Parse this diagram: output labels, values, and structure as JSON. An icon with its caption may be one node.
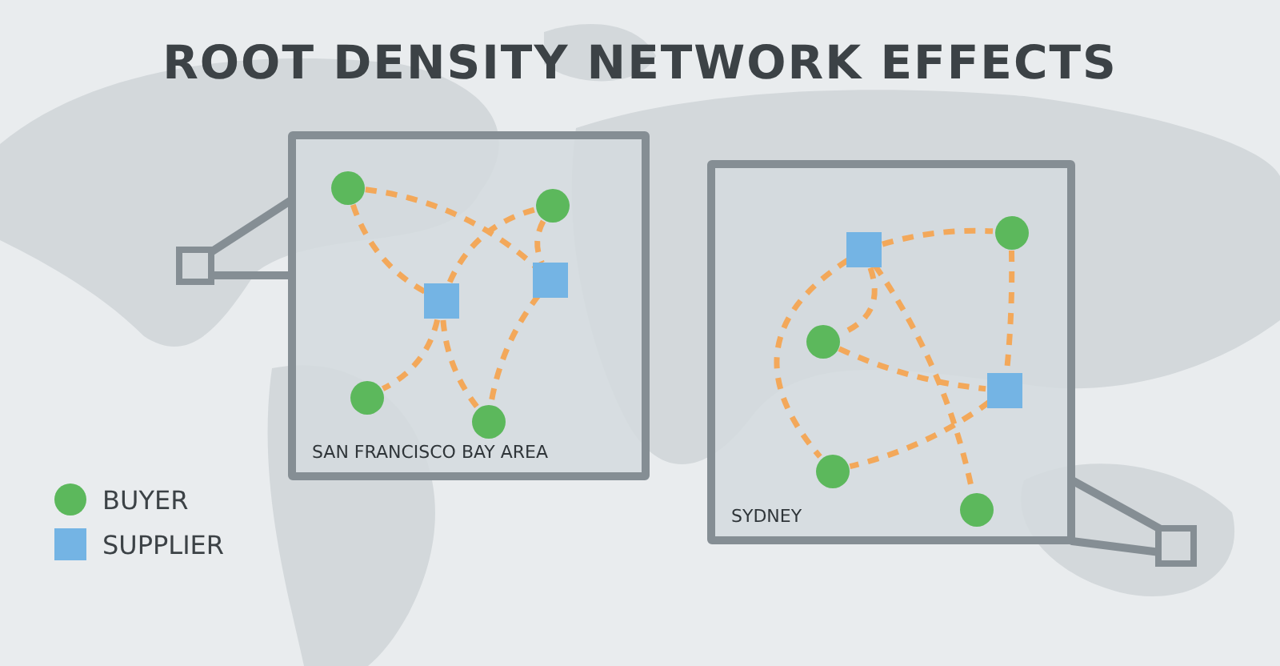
{
  "diagram": {
    "title": "ROOT DENSITY NETWORK EFFECTS",
    "nodes": [
      {
        "text": [
          "SAN FRANCISCO BAY AREA"
        ]
      },
      {
        "text": [],
        "shape": "circle",
        "in": 0
      },
      {
        "text": [],
        "shape": "circle",
        "in": 0
      },
      {
        "text": [],
        "shape": "box",
        "in": 0
      },
      {
        "text": [],
        "shape": "box",
        "in": 0
      },
      {
        "text": [],
        "shape": "circle",
        "in": 0
      },
      {
        "text": [],
        "shape": "circle",
        "in": 0
      },
      {
        "text": [
          "SYDNEY"
        ]
      },
      {
        "text": [],
        "shape": "box",
        "in": 7
      },
      {
        "text": [],
        "shape": "circle",
        "in": 7
      },
      {
        "text": [],
        "shape": "circle",
        "in": 7
      },
      {
        "text": [],
        "shape": "box",
        "in": 7
      },
      {
        "text": [],
        "shape": "circle",
        "in": 7
      },
      {
        "text": [],
        "shape": "circle",
        "in": 7
      }
    ],
    "edges": [
      {
        "from": 1,
        "to": 3,
        "arrow": "none",
        "style": "dashed"
      },
      {
        "from": 1,
        "to": 4,
        "arrow": "none",
        "style": "dashed"
      },
      {
        "from": 2,
        "to": 3,
        "arrow": "none",
        "style": "dashed"
      },
      {
        "from": 2,
        "to": 4,
        "arrow": "none",
        "style": "dashed"
      },
      {
        "from": 3,
        "to": 5,
        "arrow": "none",
        "style": "dashed"
      },
      {
        "from": 3,
        "to": 6,
        "arrow": "none",
        "style": "dashed"
      },
      {
        "from": 4,
        "to": 6,
        "arrow": "none",
        "style": "dashed"
      },
      {
        "from": 8,
        "to": 9,
        "arrow": "none",
        "style": "dashed"
      },
      {
        "from": 8,
        "to": 10,
        "arrow": "none",
        "style": "dashed"
      },
      {
        "from": 8,
        "to": 12,
        "arrow": "none",
        "style": "dashed"
      },
      {
        "from": 8,
        "to": 13,
        "arrow": "none",
        "style": "dashed"
      },
      {
        "from": 10,
        "to": 11,
        "arrow": "none",
        "style": "dashed"
      },
      {
        "from": 9,
        "to": 11,
        "arrow": "none",
        "style": "dashed"
      },
      {
        "from": 11,
        "to": 12,
        "arrow": "none",
        "style": "dashed"
      }
    ],
    "legend": [
      {
        "text": "BUYER",
        "color": "#5cb85c"
      },
      {
        "text": "SUPPLIER",
        "color": "#74b4e4"
      }
    ]
  }
}
